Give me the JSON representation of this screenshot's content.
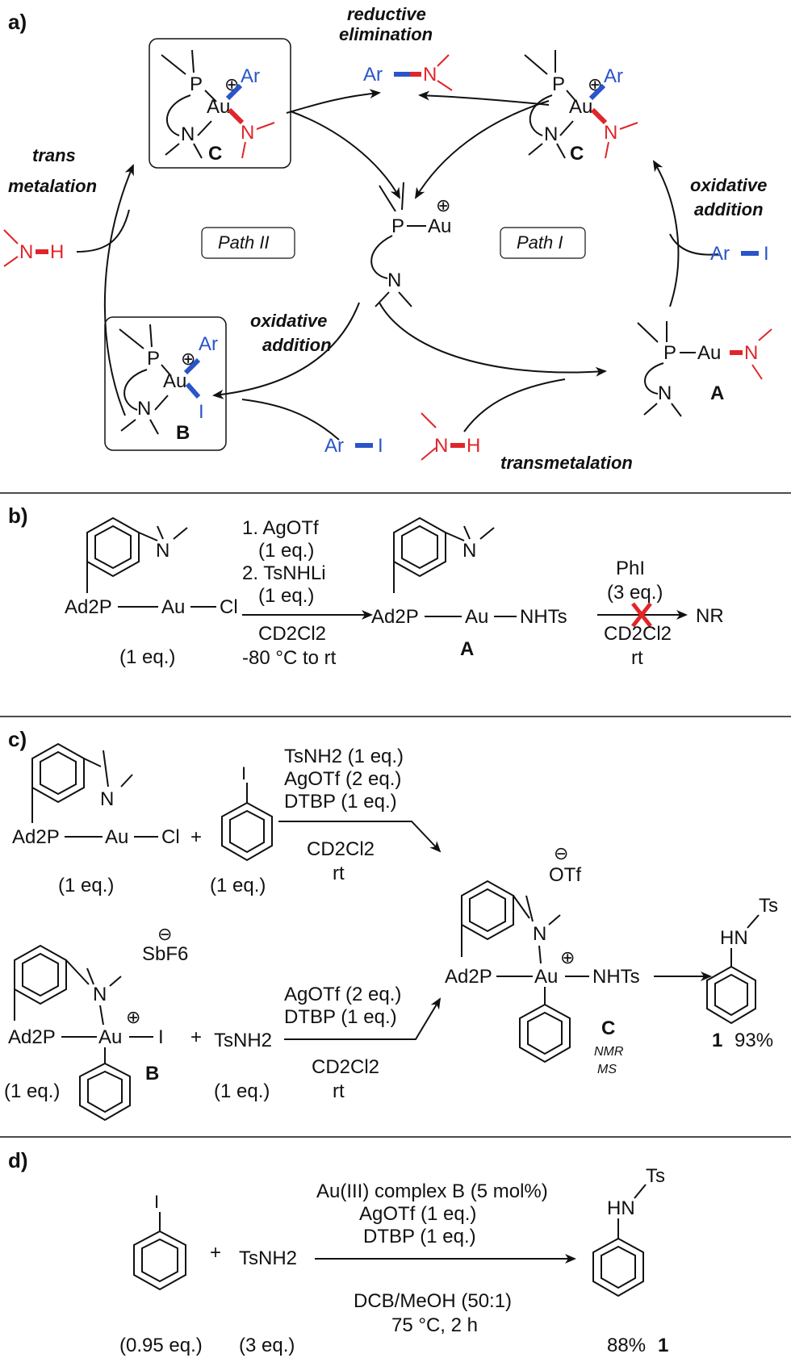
{
  "panels": {
    "a": "a)",
    "b": "b)",
    "c": "c)",
    "d": "d)"
  },
  "cycle": {
    "reductive": "reductive",
    "elimination": "elimination",
    "trans": "trans",
    "metalation": "metalation",
    "oxidative": "oxidative",
    "addition": "addition",
    "transmetalation": "transmetalation",
    "path_ii": "Path II",
    "path_i": "Path I",
    "label_c": "C",
    "label_b": "B",
    "label_a": "A",
    "ar": "Ar",
    "n": "N",
    "p": "P",
    "au": "Au",
    "i": "I",
    "h": "H",
    "plus": "⊕"
  },
  "panel_b": {
    "ad2p": "Ad2P",
    "au": "Au",
    "cl": "Cl",
    "n": "N",
    "nhts": "NHTs",
    "reagent1": "1. AgOTf",
    "eq1": "(1 eq.)",
    "reagent2": "2. TsNHLi",
    "eq2": "(1 eq.)",
    "solvent": "CD2Cl2",
    "temp": "-80 °C to rt",
    "start_eq": "(1 eq.)",
    "label_a": "A",
    "phi": "PhI",
    "phi_eq": "(3 eq.)",
    "solvent2": "CD2Cl2",
    "rt": "rt",
    "nr": "NR"
  },
  "panel_c": {
    "ad2p": "Ad2P",
    "au": "Au",
    "cl": "Cl",
    "i": "I",
    "n": "N",
    "plus": "+",
    "eq_a": "(1 eq.)",
    "eq_b": "(1 eq.)",
    "r1": "TsNH2 (1 eq.)",
    "r2": "AgOTf (2 eq.)",
    "r3": "DTBP (1 eq.)",
    "solvent": "CD2Cl2",
    "rt": "rt",
    "otf": "OTf",
    "nhts": "NHTs",
    "label_c": "C",
    "nmr": "NMR",
    "ms": "MS",
    "hn": "HN",
    "ts": "Ts",
    "prod_num": "1",
    "yield": "93%",
    "sbf6": "SbF6",
    "label_b": "B",
    "eq_c": "(1 eq.)",
    "eq_d": "(1 eq.)",
    "tsnh2": "TsNH2",
    "r4": "AgOTf (2 eq.)",
    "r5": "DTBP (1 eq.)",
    "solvent2": "CD2Cl2",
    "rt2": "rt"
  },
  "panel_d": {
    "i": "I",
    "plus": "+",
    "tsnh2": "TsNH2",
    "r1": "Au(III) complex B (5 mol%)",
    "r2": "AgOTf (1 eq.)",
    "r3": "DTBP (1 eq.)",
    "solvent": "DCB/MeOH (50:1)",
    "cond": "75 °C, 2 h",
    "eq_a": "(0.95 eq.)",
    "eq_b": "(3 eq.)",
    "hn": "HN",
    "ts": "Ts",
    "yield": "88%",
    "prod_num": "1"
  }
}
